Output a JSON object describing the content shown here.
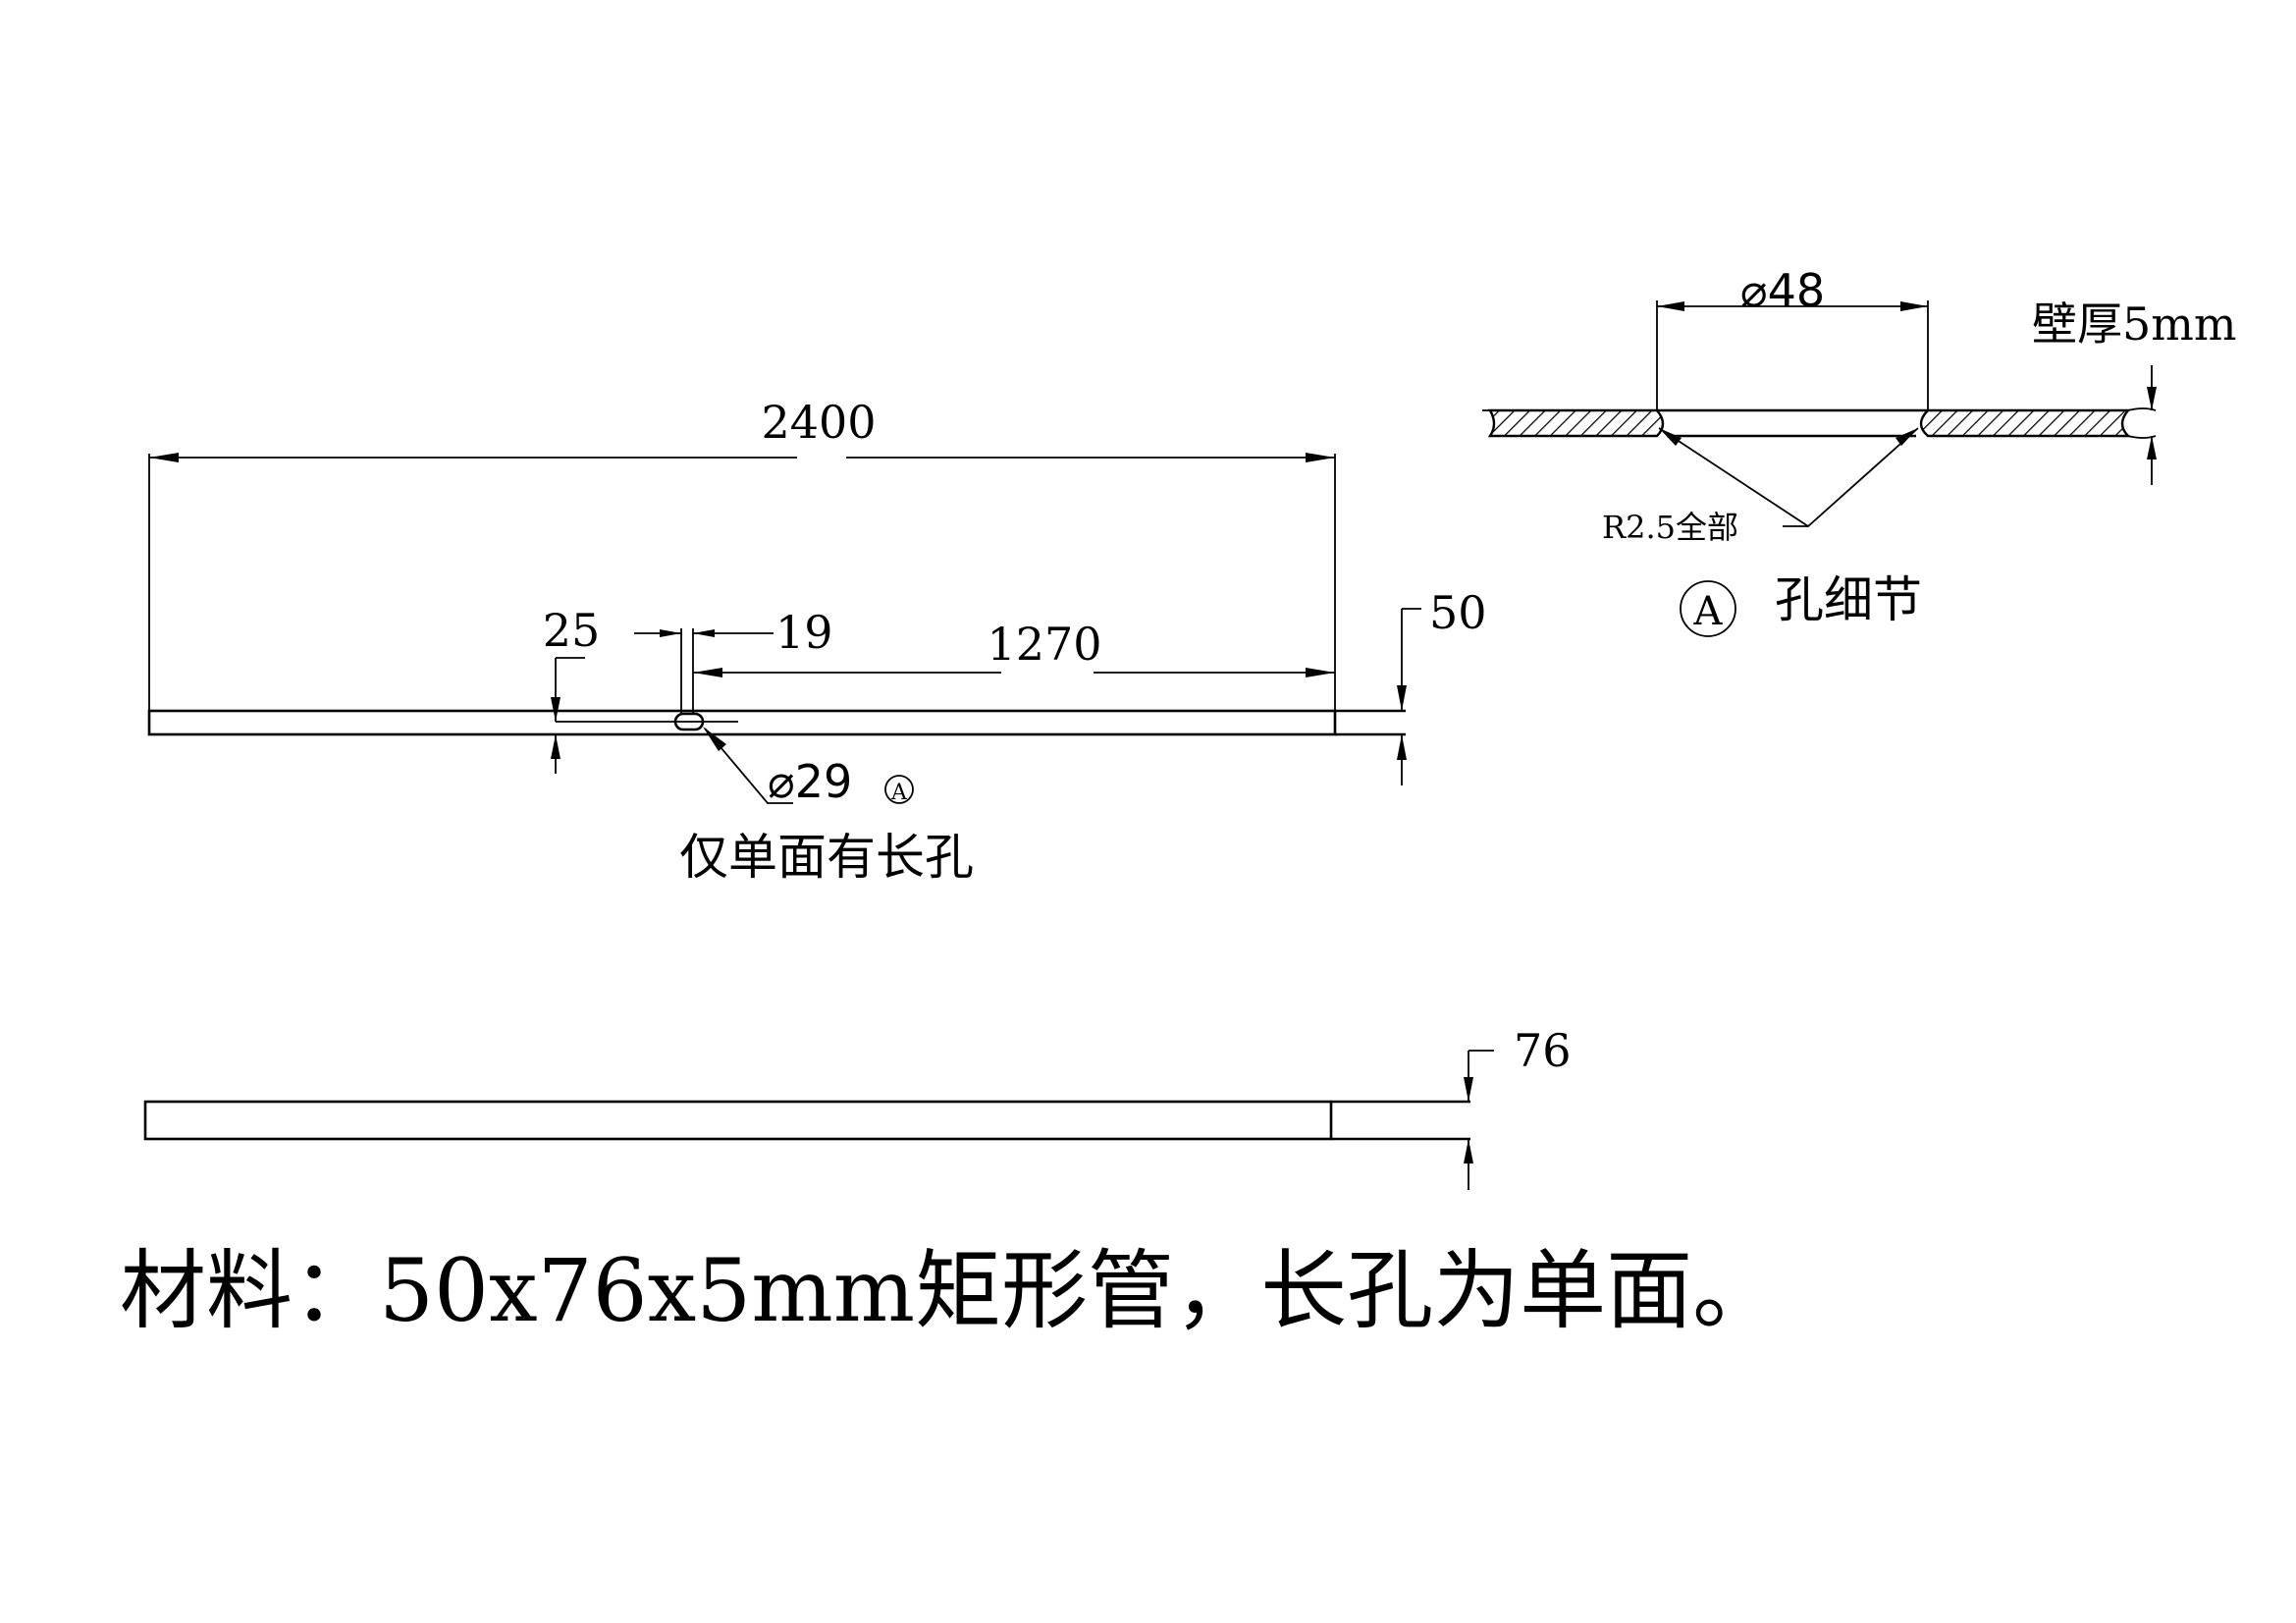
{
  "front_view": {
    "length": "2400",
    "height": "50",
    "slot_offset_bottom": "25",
    "slot_width": "19",
    "slot_position": "1270",
    "hole_dia": "⌀29",
    "detail_ref": "A",
    "slot_note": "仅单面有长孔"
  },
  "top_view": {
    "width": "76"
  },
  "detail_a": {
    "hole_dia": "⌀48",
    "wall": "壁厚5mm",
    "radius": "R2.5全部",
    "ref": "A",
    "title": "孔细节"
  },
  "material_note": "材料：50x76x5mm矩形管，长孔为单面。"
}
